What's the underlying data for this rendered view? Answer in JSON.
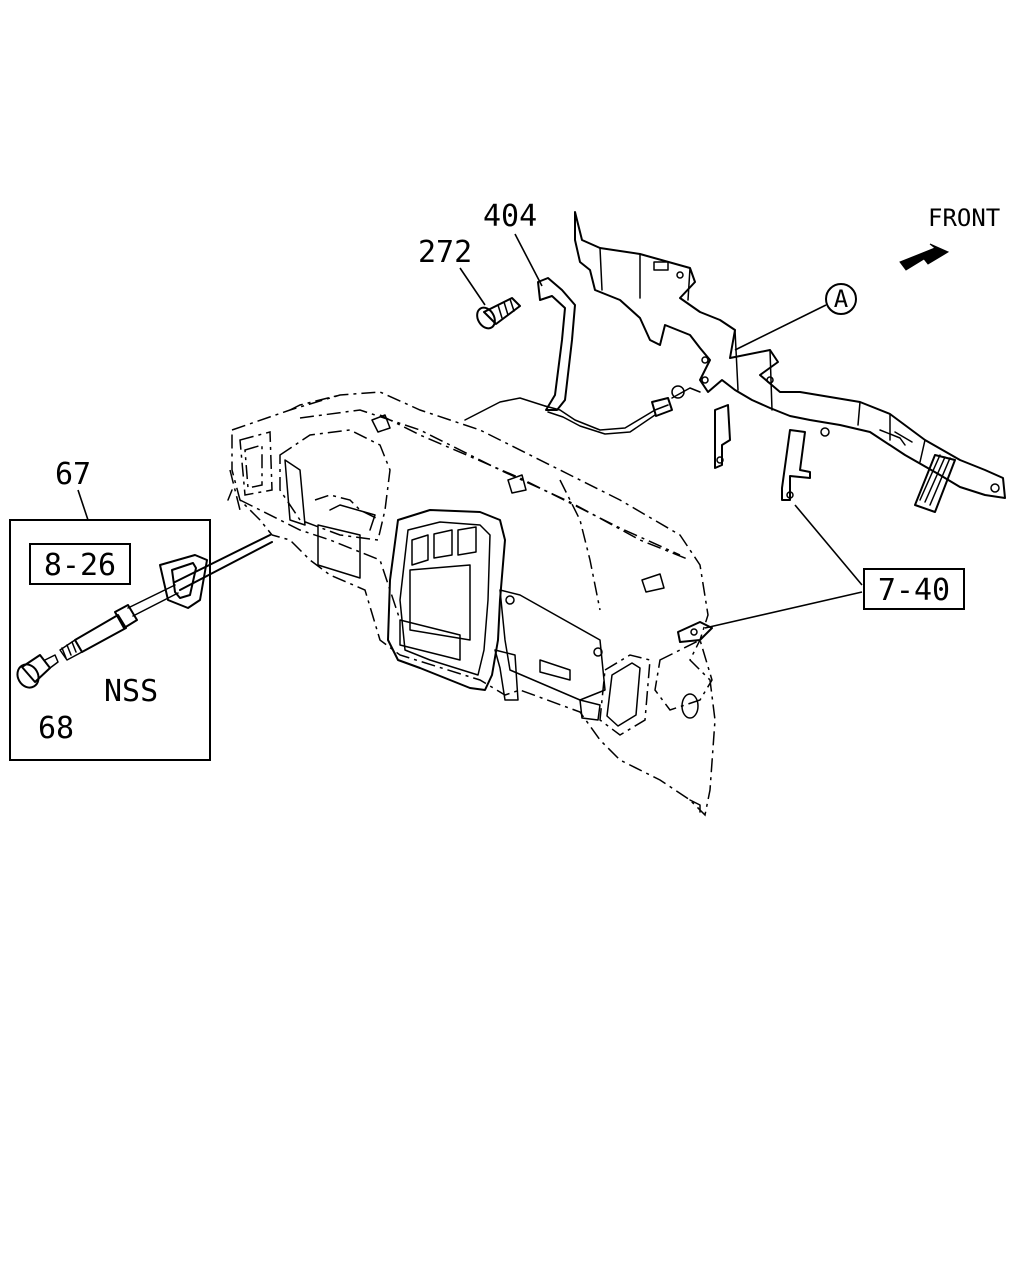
{
  "labels": {
    "front": "FRONT",
    "p404": "404",
    "p272": "272",
    "circle_a": "A",
    "p67": "67",
    "ref_8_26": "8-26",
    "nss": "NSS",
    "p68": "68",
    "ref_7_40": "7-40"
  }
}
